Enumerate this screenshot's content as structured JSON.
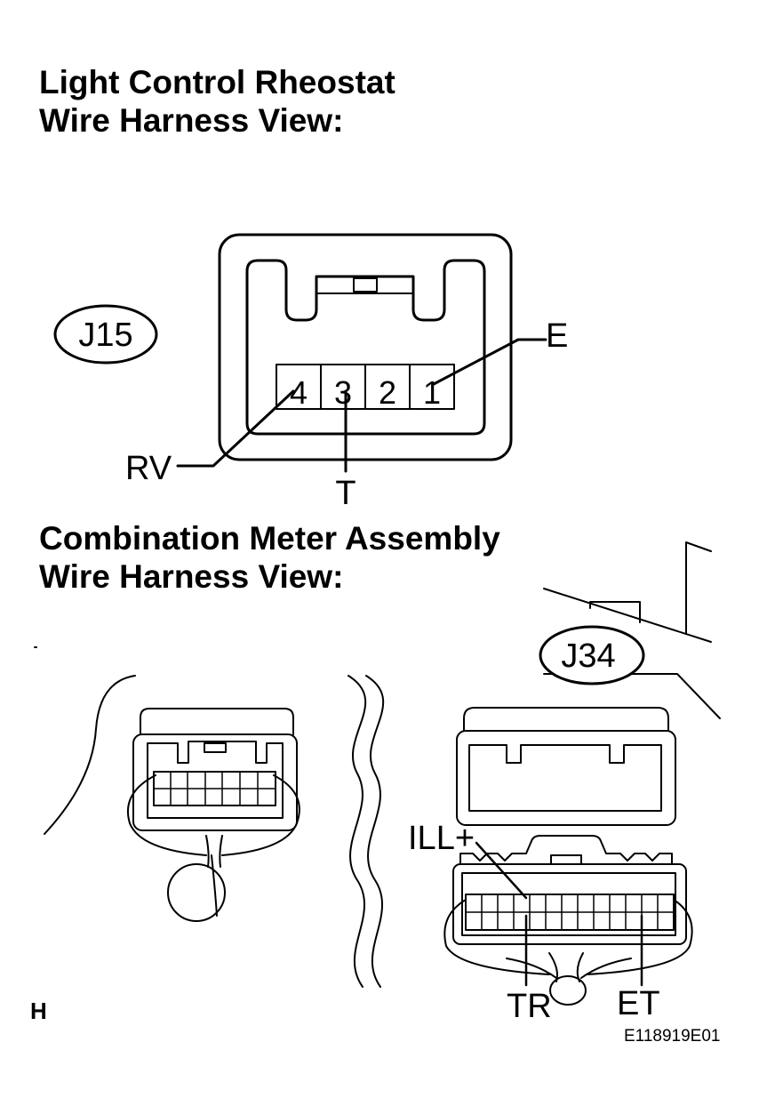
{
  "titles": {
    "rheostat_line1": "Light Control Rheostat",
    "rheostat_line2": "Wire Harness View:",
    "meter_line1": "Combination Meter Assembly",
    "meter_line2": "Wire Harness View:"
  },
  "rheostat": {
    "connector_id": "J15",
    "pins": [
      "4",
      "3",
      "2",
      "1"
    ],
    "labels": {
      "rv": "RV",
      "t": "T",
      "e": "E"
    }
  },
  "meter": {
    "connector_id": "J34",
    "labels": {
      "ill": "ILL+",
      "tr": "TR",
      "et": "ET"
    }
  },
  "footer": {
    "view_letter": "H",
    "figure_code": "E118919E01"
  }
}
